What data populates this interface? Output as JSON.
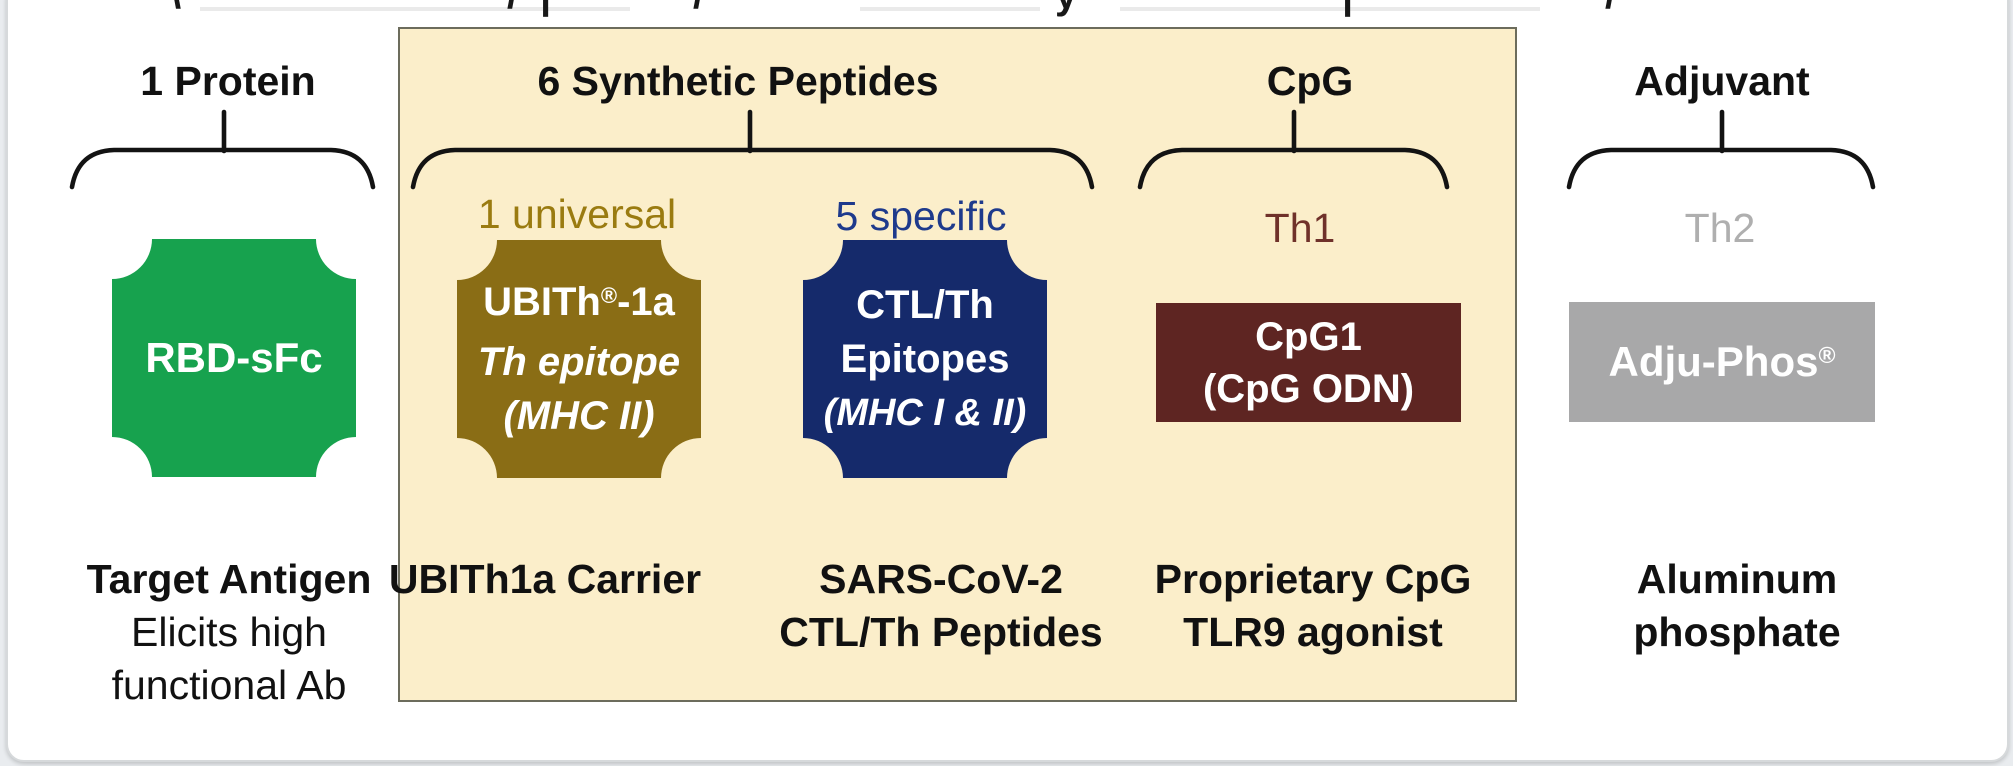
{
  "headers": {
    "protein": "1 Protein",
    "peptides": "6 Synthetic Peptides",
    "cpg": "CpG",
    "adjuvant": "Adjuvant"
  },
  "tags": {
    "universal": {
      "label": "1 universal",
      "color": "#9A7B10"
    },
    "specific": {
      "label": "5 specific",
      "color": "#1E3A8C"
    },
    "th1": {
      "label": "Th1",
      "color": "#6F312A"
    },
    "th2": {
      "label": "Th2",
      "color": "#AFAFAF"
    }
  },
  "shapes": {
    "rbd": {
      "label": "RBD-sFc",
      "fill": "#17A24E"
    },
    "ubith": {
      "line1_pre": "UBITh",
      "line1_sup": "®",
      "line1_post": "-1a",
      "line2": "Th epitope",
      "line3": "(MHC II)",
      "fill": "#8A6D15"
    },
    "ctl": {
      "line1": "CTL/Th",
      "line2": "Epitopes",
      "line3": "(MHC I & II)",
      "fill": "#152A6B"
    },
    "cpg1": {
      "line1": "CpG1",
      "line2": "(CpG ODN)",
      "fill": "#5E2522"
    },
    "adjuphos": {
      "label_pre": "Adju-Phos",
      "label_sup": "®",
      "fill": "#A8A8A9"
    }
  },
  "captions": {
    "protein": {
      "title": "Target Antigen",
      "line2": "Elicits high",
      "line3": "functional Ab"
    },
    "ubith": {
      "title": "UBITh1a Carrier"
    },
    "ctl": {
      "title": "SARS-CoV-2",
      "line2": "CTL/Th Peptides"
    },
    "cpg": {
      "title": "Proprietary CpG",
      "line2": "TLR9 agonist"
    },
    "adjuvant": {
      "title": "Aluminum",
      "line2": "phosphate"
    }
  },
  "panel": {
    "background": "#FBEECA",
    "border": "#6C6C5C"
  },
  "top_fragments": {
    "f1": "\\",
    "f2": "/",
    "f3": "|",
    "f4": "/",
    "f5": "y",
    "f6": "|",
    "f7": "/"
  }
}
